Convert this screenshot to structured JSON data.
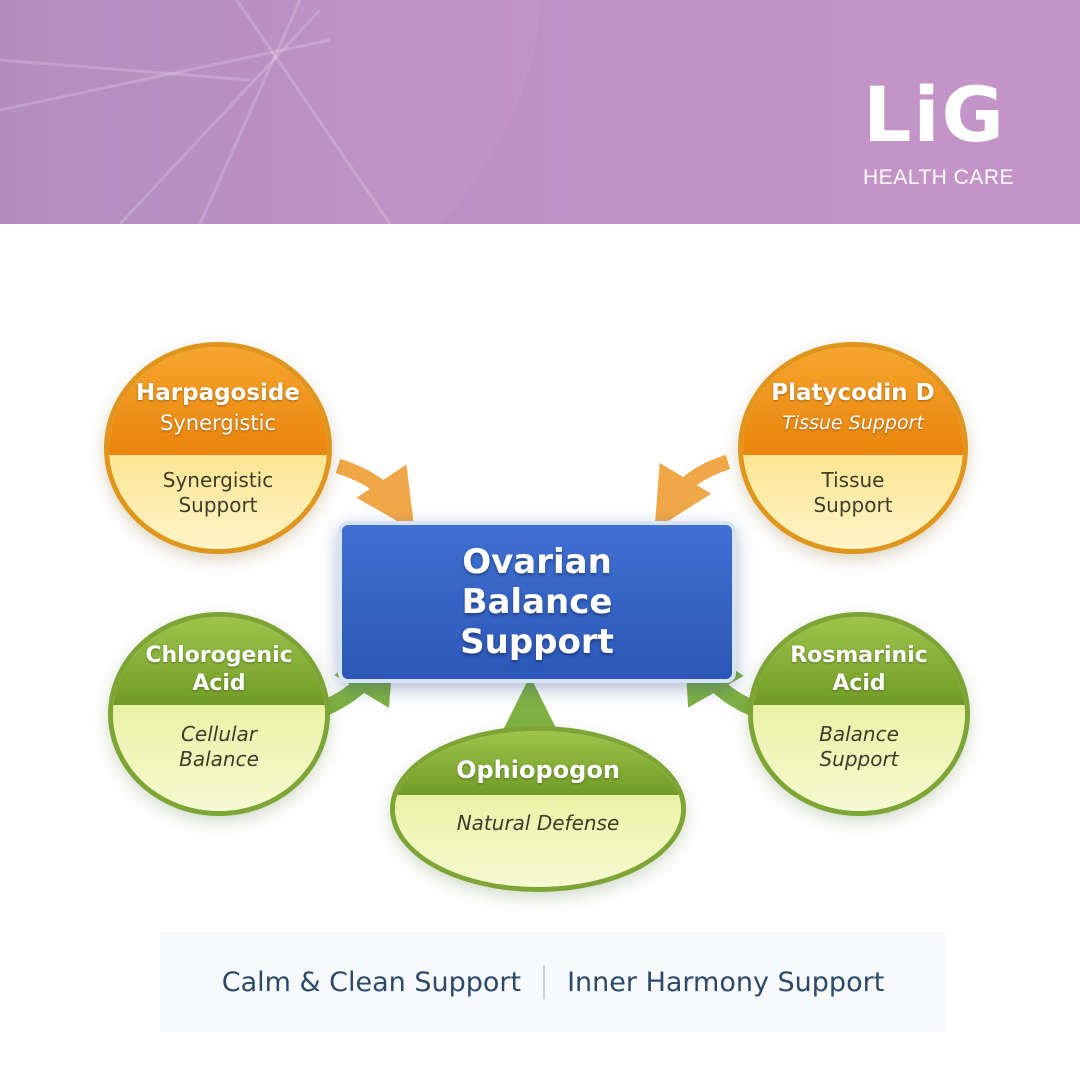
{
  "brand": {
    "mark": "LiG",
    "subtitle": "HEALTH CARE"
  },
  "center": {
    "title": "Ovarian\nBalance\nSupport"
  },
  "nodes": {
    "harpagoside": {
      "title": "Harpagoside",
      "subtitle": "Synergistic",
      "desc": "Synergistic\nSupport"
    },
    "platycodin": {
      "title": "Platycodin D",
      "subtitle": "Tissue Support",
      "desc": "Tissue\nSupport"
    },
    "chlorogenic": {
      "title": "Chlorogenic\nAcid",
      "desc": "Cellular\nBalance"
    },
    "rosmarinic": {
      "title": "Rosmarinic\nAcid",
      "desc": "Balance\nSupport"
    },
    "ophiopogon": {
      "title": "Ophiopogon",
      "desc": "Natural Defense"
    }
  },
  "footer": {
    "left": "Calm & Clean Support",
    "right": "Inner Harmony Support"
  },
  "colors": {
    "banner": "#c291c6",
    "orange": "#ec8a12",
    "green": "#77a22b",
    "center": "#2c57b8",
    "footer_text": "#2b4a6b"
  }
}
